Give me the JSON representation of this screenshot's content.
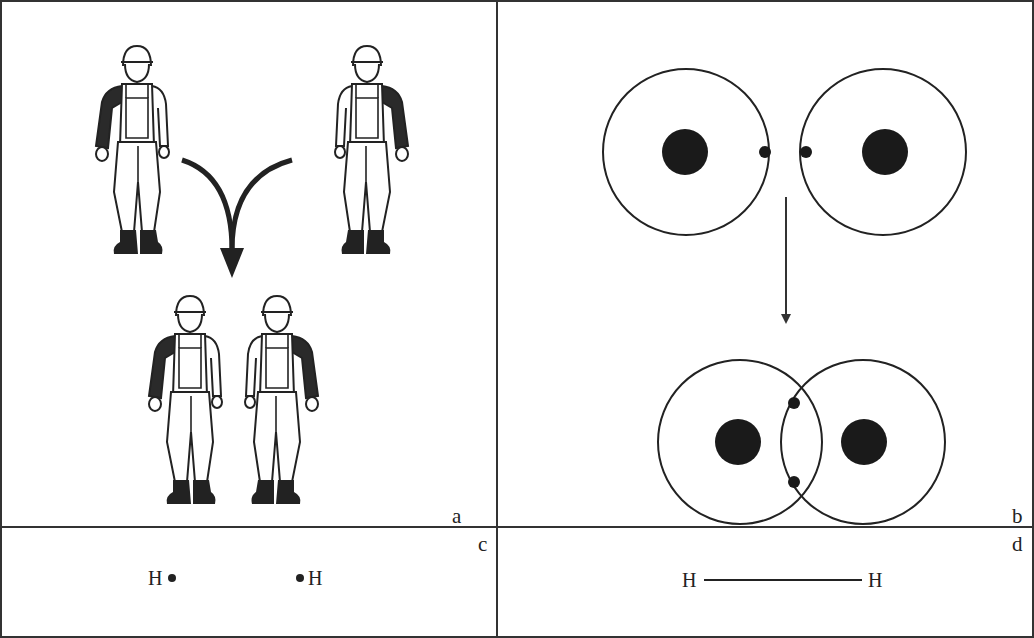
{
  "diagram": {
    "labels": [
      "a",
      "b",
      "c",
      "d",
      "H",
      "H",
      "H",
      "H"
    ]
  }
}
